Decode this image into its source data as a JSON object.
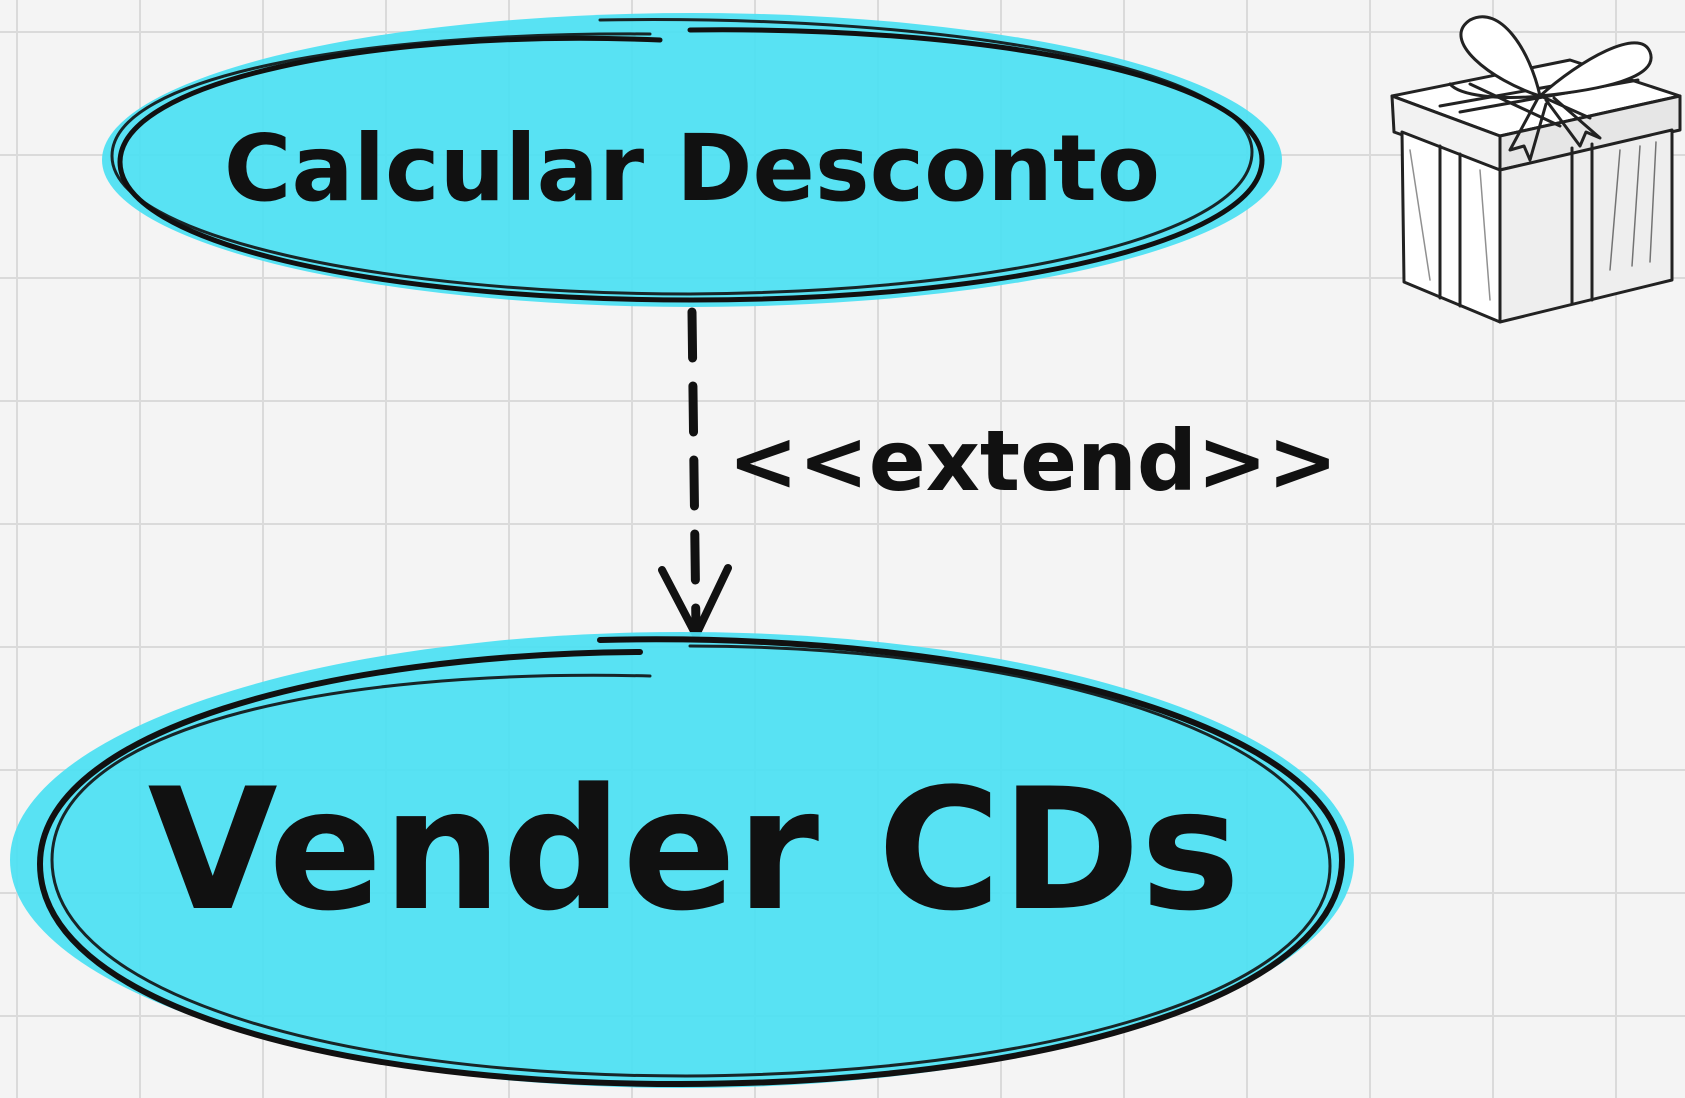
{
  "diagram": {
    "use_cases": [
      {
        "id": "calcular-desconto",
        "label": "Calcular Desconto"
      },
      {
        "id": "vender-cds",
        "label": "Vender CDs"
      }
    ],
    "relationship": {
      "from": "calcular-desconto",
      "to": "vender-cds",
      "stereotype": "<<extend>>",
      "line_style": "dashed"
    },
    "decoration": {
      "icon": "gift-box-icon"
    }
  },
  "colors": {
    "background": "#f4f4f4",
    "grid": "#dadada",
    "ellipse_fill": "#4fe0f2",
    "ink": "#111111"
  }
}
